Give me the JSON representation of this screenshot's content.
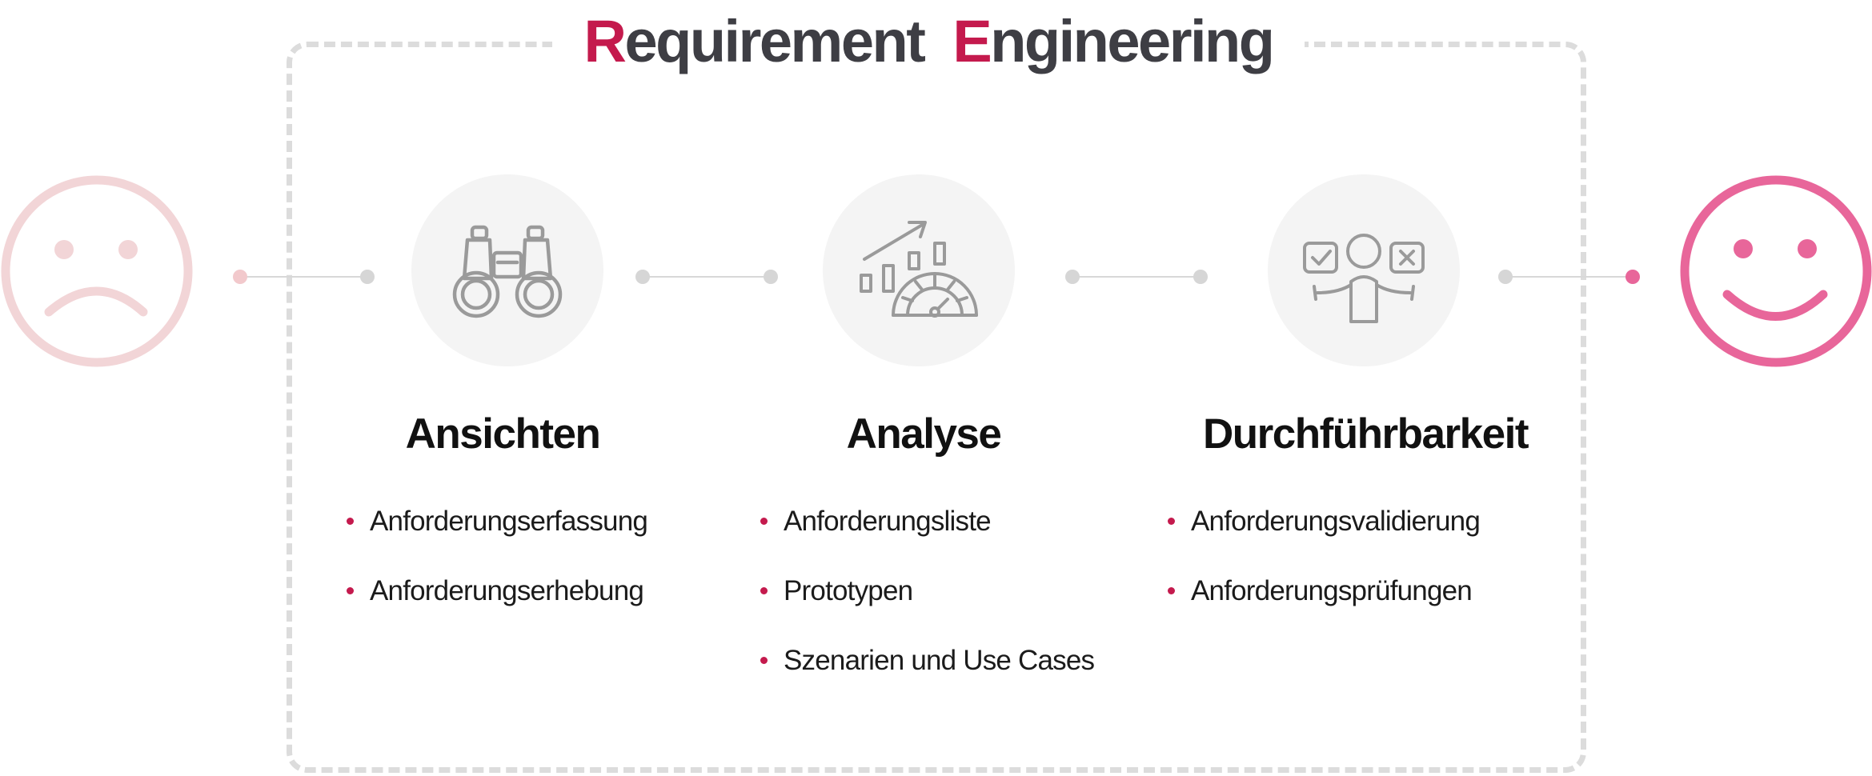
{
  "title": {
    "first_letter": "R",
    "first_rest": "equirement",
    "second_letter": "E",
    "second_rest": "ngineering"
  },
  "colors": {
    "accent": "#c41a4d",
    "happy": "#e8669a",
    "sad": "#f2d5d7",
    "icon": "#9a9a9a",
    "frame": "#dcdcdc"
  },
  "start_face": {
    "icon": "sad-face-icon"
  },
  "end_face": {
    "icon": "happy-face-icon"
  },
  "columns": [
    {
      "icon": "binoculars-icon",
      "title": "Ansichten",
      "items": [
        "Anforderungserfassung",
        "Anforderungserhebung"
      ]
    },
    {
      "icon": "growth-chart-gauge-icon",
      "title": "Analyse",
      "items": [
        "Anforderungsliste",
        "Prototypen",
        "Szenarien und Use Cases"
      ]
    },
    {
      "icon": "person-decision-icon",
      "title": "Durchführbarkeit",
      "items": [
        "Anforderungsvalidierung",
        "Anforderungsprüfungen"
      ]
    }
  ]
}
